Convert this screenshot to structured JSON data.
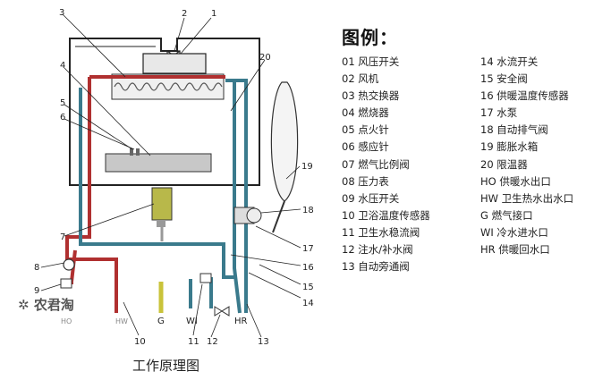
{
  "legend": {
    "title": "图例：",
    "col1": [
      "01 风压开关",
      "02 风机",
      "03 热交换器",
      "04 燃烧器",
      "05 点火针",
      "06 感应针",
      "07 燃气比例阀",
      "08 压力表",
      "09 水压开关",
      "10 卫浴温度传感器",
      "11 卫生水稳流阀",
      "12 注水/补水阀",
      "13 自动旁通阀"
    ],
    "col2": [
      "14 水流开关",
      "15 安全阀",
      "16 供暖温度传感器",
      "17 水泵",
      "18 自动排气阀",
      "19 膨胀水箱",
      "20 限温器",
      "HO 供暖水出口",
      "HW 卫生热水出水口",
      "G 燃气接口",
      "WI 冷水进水口",
      "HR 供暖回水口"
    ]
  },
  "callouts": [
    "1",
    "2",
    "3",
    "4",
    "5",
    "6",
    "7",
    "8",
    "9",
    "10",
    "11",
    "12",
    "13",
    "14",
    "15",
    "16",
    "17",
    "18",
    "19",
    "20"
  ],
  "pipe_labels": [
    "HO",
    "HW",
    "G",
    "WI",
    "HR"
  ],
  "caption": "工作原理图",
  "watermark": "农君淘",
  "colors": {
    "hot_pipe": "#b03030",
    "cold_pipe": "#3a7a8c",
    "gas_pipe": "#c9c33a",
    "frame": "#222222"
  }
}
